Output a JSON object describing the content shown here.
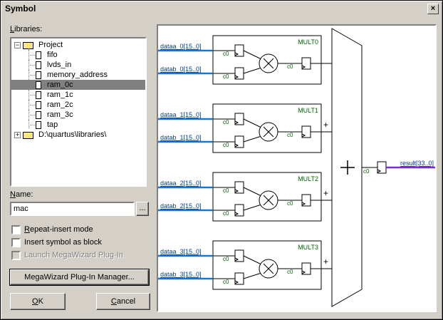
{
  "window": {
    "title": "Symbol",
    "close_label": "×"
  },
  "libraries": {
    "label": "Libraries:",
    "tree": [
      {
        "label": "Project",
        "expander": "−",
        "icon": "open-folder-icon"
      },
      {
        "label": "fifo",
        "icon": "symbol-icon"
      },
      {
        "label": "lvds_in",
        "icon": "symbol-icon"
      },
      {
        "label": "memory_address",
        "icon": "symbol-icon"
      },
      {
        "label": "ram_0c",
        "icon": "symbol-icon",
        "selected": true
      },
      {
        "label": "ram_1c",
        "icon": "symbol-icon"
      },
      {
        "label": "ram_2c",
        "icon": "symbol-icon"
      },
      {
        "label": "ram_3c",
        "icon": "symbol-icon"
      },
      {
        "label": "tap",
        "icon": "symbol-icon"
      },
      {
        "label": "D:\\quartus\\libraries\\",
        "expander": "+",
        "icon": "folder-icon"
      }
    ]
  },
  "name": {
    "label": "Name:",
    "value": "mac",
    "browse_label": "..."
  },
  "options": {
    "repeat_insert": "Repeat-insert mode",
    "insert_block": "Insert symbol as block",
    "launch_megawizard": "Launch MegaWizard Plug-In"
  },
  "buttons": {
    "megawizard": "MegaWizard Plug-In Manager...",
    "ok": "OK",
    "cancel": "Cancel"
  },
  "preview": {
    "blocks": [
      {
        "title": "MULT0",
        "a": "dataa_0[15..0]",
        "b": "datab_0[15..0]"
      },
      {
        "title": "MULT1",
        "a": "dataa_1[15..0]",
        "b": "datab_1[15..0]"
      },
      {
        "title": "MULT2",
        "a": "dataa_2[15..0]",
        "b": "datab_2[15..0]"
      },
      {
        "title": "MULT3",
        "a": "dataa_3[15..0]",
        "b": "datab_3[15..0]"
      }
    ],
    "clock": "c0",
    "plus": "+",
    "result": "result[33..0]",
    "colors": {
      "wire": "#0a7be0",
      "label": "#003aa8",
      "result_wire": "#7a2cd8",
      "text_green": "#006400"
    }
  }
}
